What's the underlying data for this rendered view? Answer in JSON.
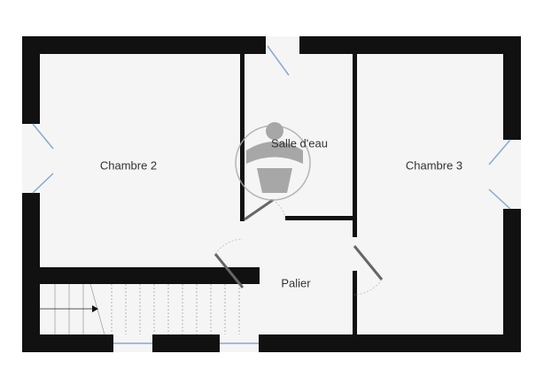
{
  "rooms": {
    "chambre2": "Chambre 2",
    "salle_eau": "Salle d'eau",
    "chambre3": "Chambre 3",
    "palier": "Palier"
  },
  "colors": {
    "wall": "#111111",
    "floor": "#f5f5f6",
    "window": "#8aa8cc",
    "door": "#666666",
    "watermark": "#9a9a9a"
  },
  "icons": {
    "watermark": "person-silhouette-logo",
    "stairs_arrow": "arrow-right-icon"
  }
}
